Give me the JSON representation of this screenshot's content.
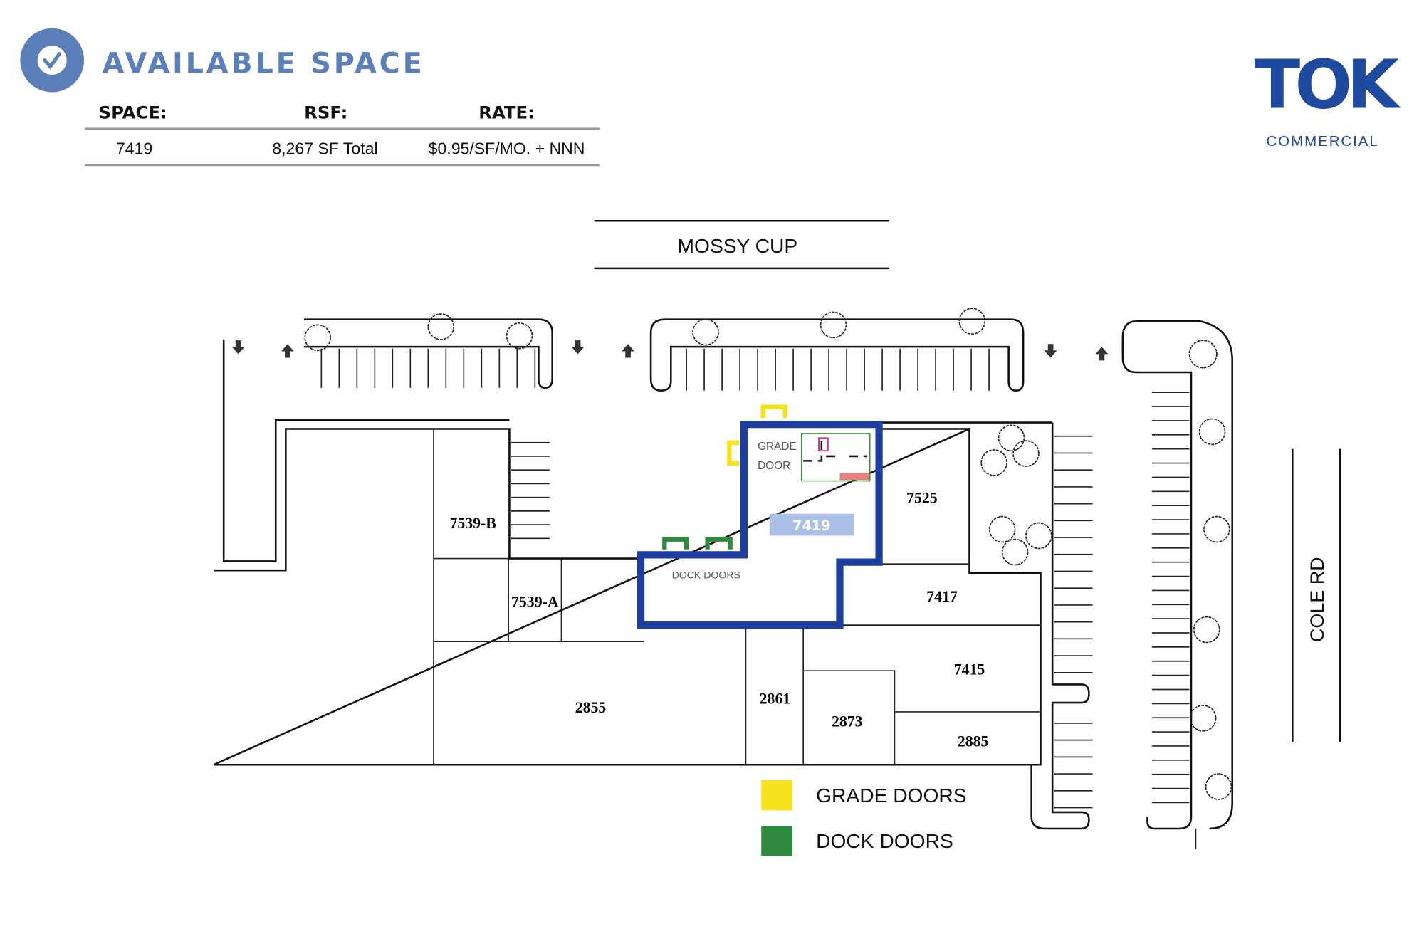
{
  "header": {
    "title": "AVAILABLE SPACE",
    "icon": "check-circle-icon",
    "accent_color": "#5b7fb8"
  },
  "summary_table": {
    "headers": [
      "SPACE:",
      "RSF:",
      "RATE:"
    ],
    "rows": [
      [
        "7419",
        "8,267 SF Total",
        "$0.95/SF/MO. + NNN"
      ]
    ]
  },
  "logo": {
    "main": "TOK",
    "sub": "COMMERCIAL",
    "color": "#1e4ba0"
  },
  "site_plan": {
    "street_top": "MOSSY CUP",
    "street_right": "COLE RD",
    "highlighted_unit": "7419",
    "highlight_color": "#1e3fa0",
    "units": [
      "7539-B",
      "7539-A",
      "7525",
      "7417",
      "7415",
      "2855",
      "2861",
      "2873",
      "2885"
    ],
    "annotations": {
      "grade_door": [
        "GRADE",
        "DOOR"
      ],
      "dock_doors": "DOCK DOORS"
    }
  },
  "legend": [
    {
      "label": "GRADE DOORS",
      "color": "#f7e11b"
    },
    {
      "label": "DOCK DOORS",
      "color": "#2e8b3e"
    }
  ]
}
